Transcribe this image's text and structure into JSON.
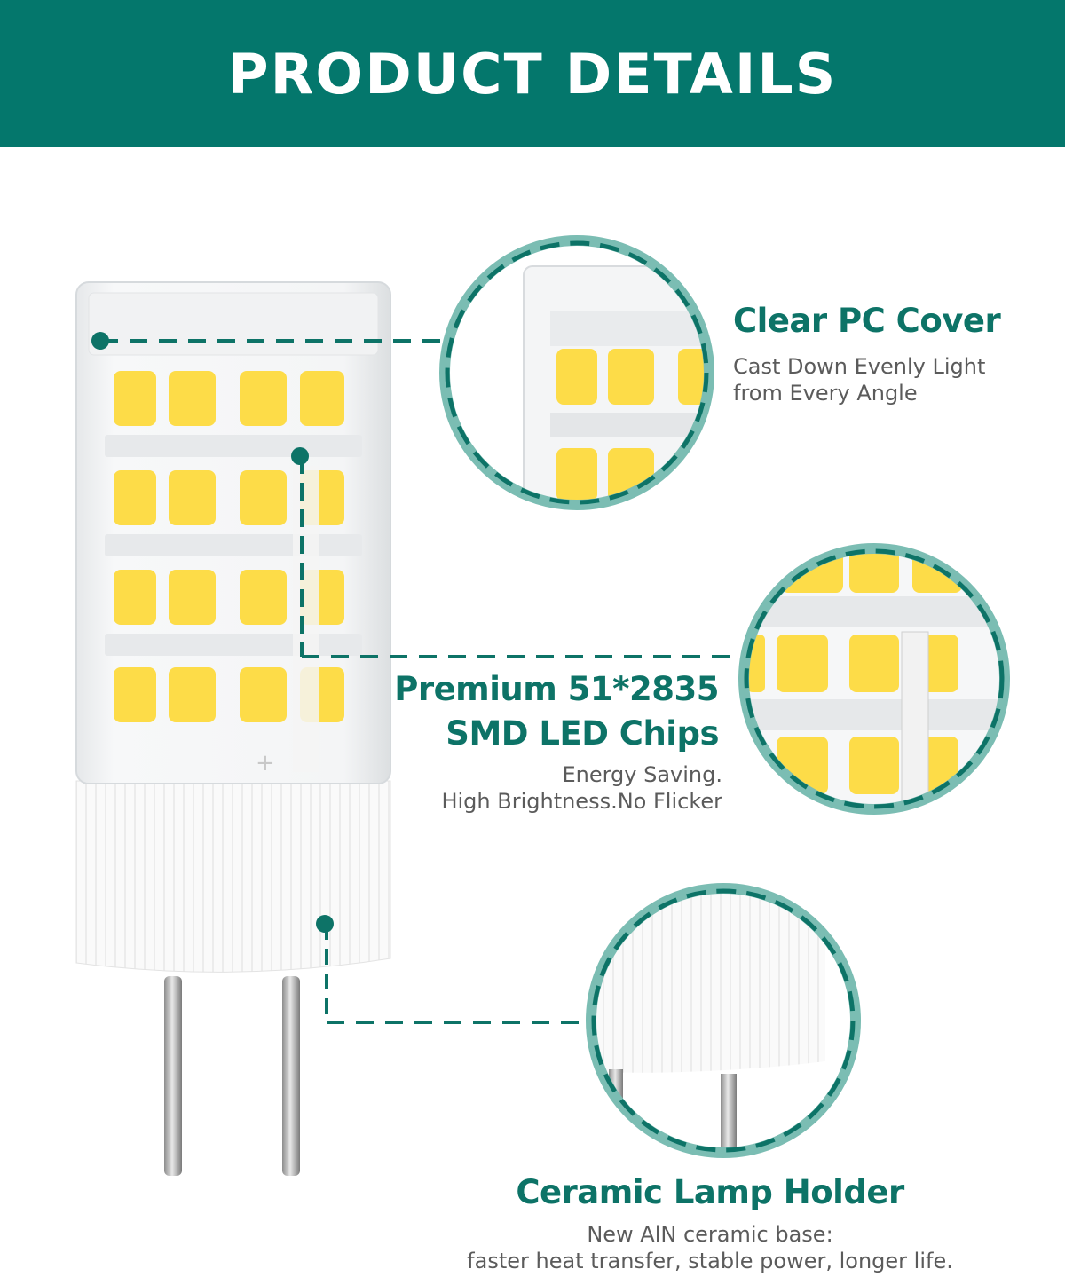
{
  "header": {
    "title": "PRODUCT DETAILS"
  },
  "colors": {
    "banner": "#04776c",
    "accent": "#0d7367",
    "ring": "#7bbdb3",
    "led": "#fddc48",
    "text": "#5b5b5b"
  },
  "features": [
    {
      "title_lines": [
        "Clear PC Cover"
      ],
      "desc_lines": [
        "Cast Down Evenly Light",
        "from Every Angle"
      ]
    },
    {
      "title_lines": [
        "Premium 51*2835",
        "SMD LED Chips"
      ],
      "desc_lines": [
        "Energy Saving.",
        "High Brightness.No Flicker"
      ]
    },
    {
      "title_lines": [
        "Ceramic Lamp Holder"
      ],
      "desc_lines": [
        "New AlN ceramic base:",
        "faster heat transfer, stable power, longer life."
      ]
    }
  ],
  "icons": {
    "bulb": "g4-led-bulb-image",
    "callout_dot": "callout-dot-icon",
    "zoom_circle": "magnify-circle-icon"
  }
}
